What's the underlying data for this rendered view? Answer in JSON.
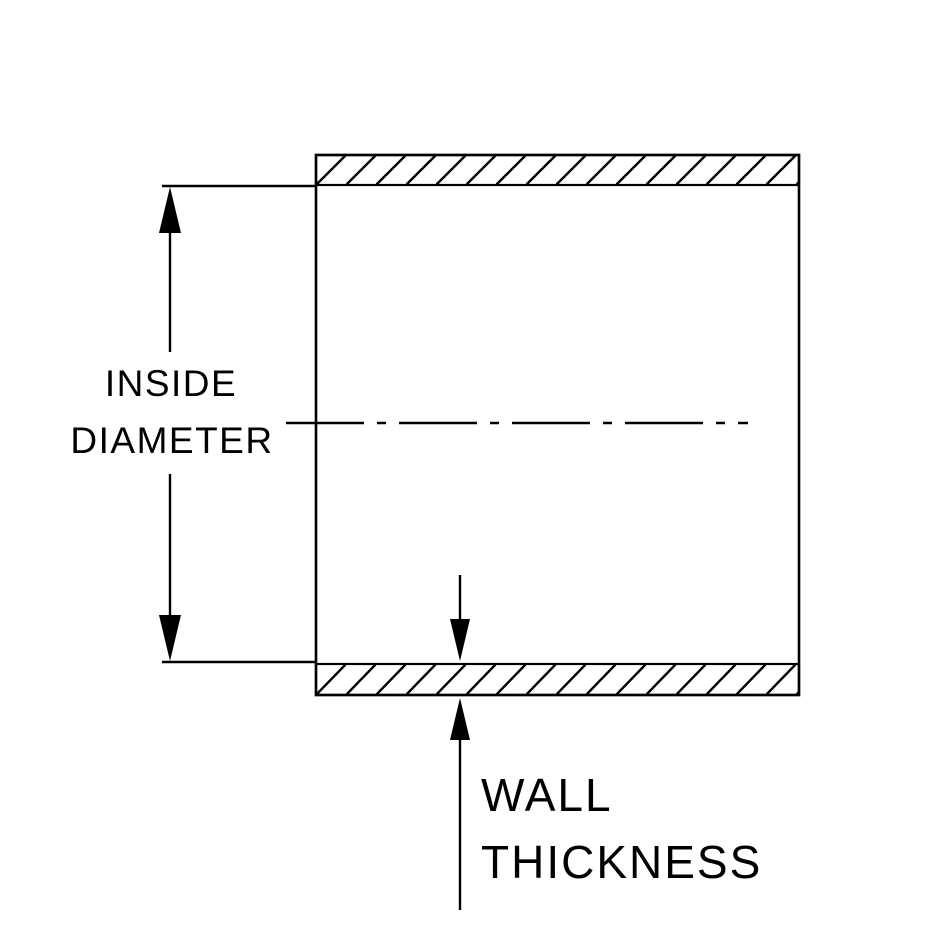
{
  "diagram": {
    "colors": {
      "line": "#000000",
      "background": "#ffffff"
    },
    "labels": {
      "inside_diameter": {
        "line1": "INSIDE",
        "line2": "DIAMETER"
      },
      "wall_thickness": {
        "line1": "WALL",
        "line2": "THICKNESS"
      }
    }
  }
}
